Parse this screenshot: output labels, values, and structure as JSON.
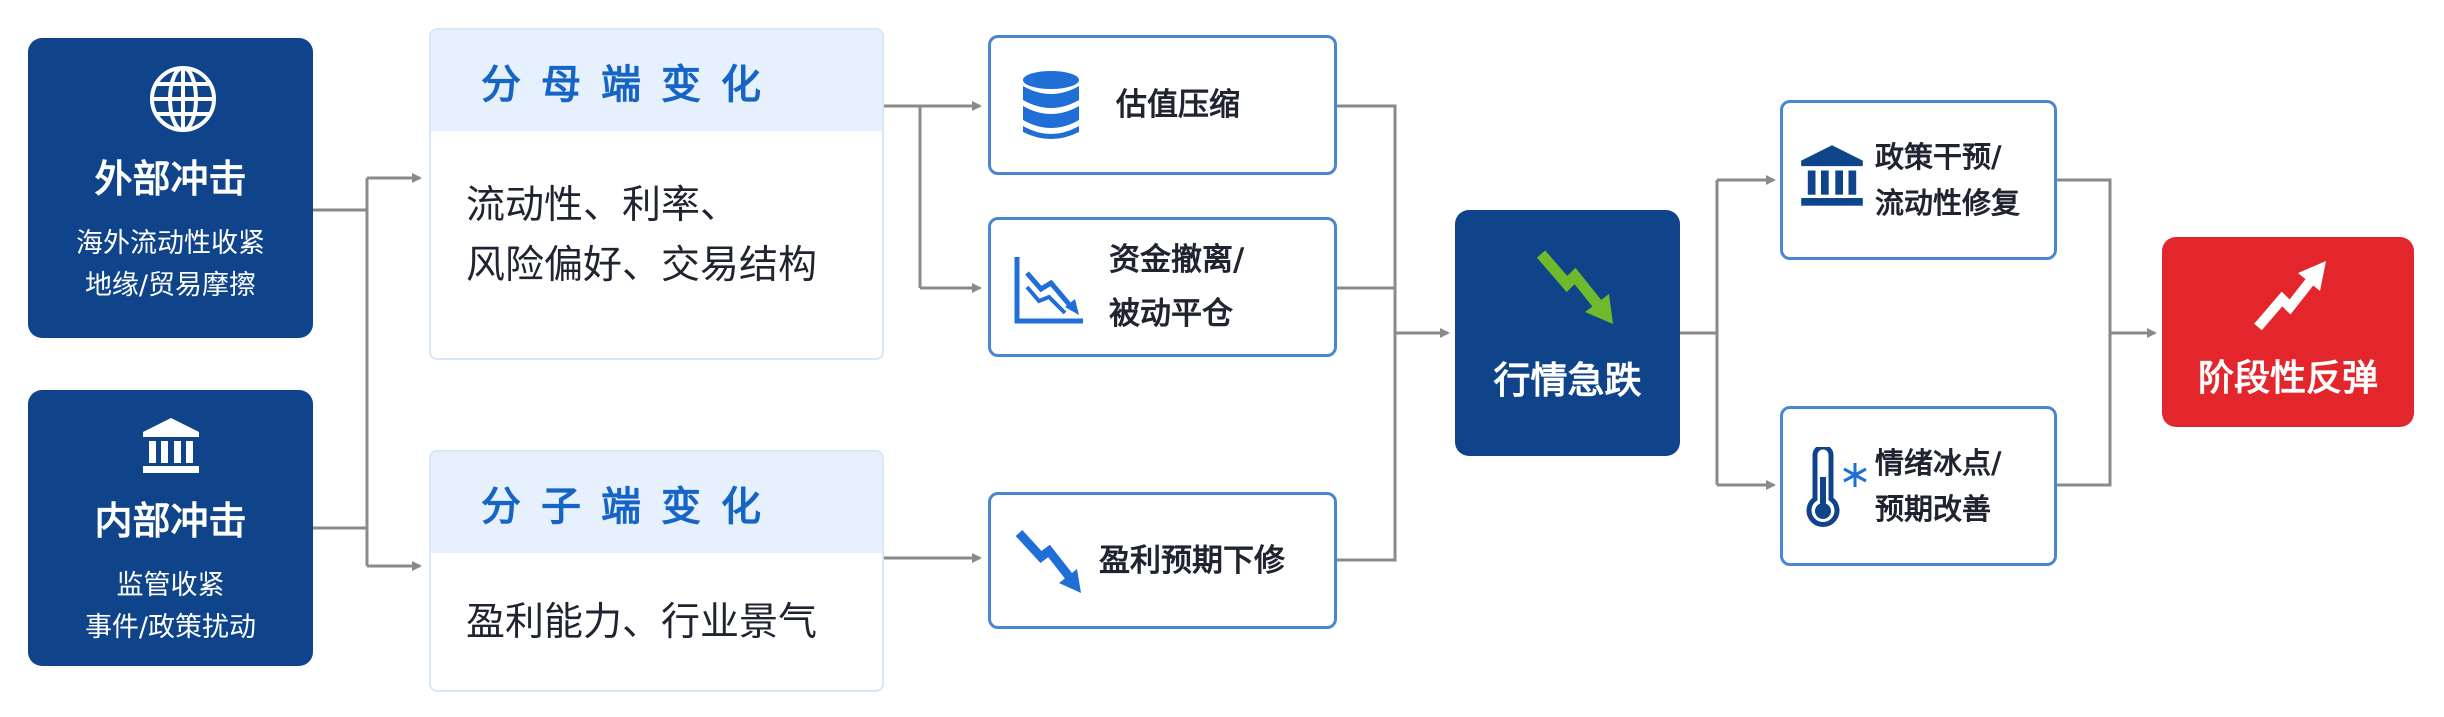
{
  "external_shock": {
    "title": "外部冲击",
    "lines": [
      "海外流动性收紧",
      "地缘/贸易摩擦"
    ]
  },
  "internal_shock": {
    "title": "内部冲击",
    "lines": [
      "监管收紧",
      "事件/政策扰动"
    ]
  },
  "denominator": {
    "title": "分母端变化",
    "lines": [
      "流动性、利率、",
      "风险偏好、交易结构"
    ]
  },
  "numerator": {
    "title": "分子端变化",
    "lines": [
      "盈利能力、行业景气"
    ]
  },
  "valuation": {
    "label": "估值压缩"
  },
  "capital": {
    "lines": [
      "资金撤离/",
      "被动平仓"
    ]
  },
  "earnings": {
    "label": "盈利预期下修"
  },
  "plunge": {
    "label": "行情急跌"
  },
  "policy": {
    "lines": [
      "政策干预/",
      "流动性修复"
    ]
  },
  "sentiment": {
    "lines": [
      "情绪冰点/",
      "预期改善"
    ]
  },
  "rebound": {
    "label": "阶段性反弹"
  },
  "colors": {
    "dark_blue": "#10448a",
    "accent_blue": "#1665c6",
    "red": "#e3262c",
    "green": "#6fba2c",
    "connector": "#8a8a8a"
  }
}
